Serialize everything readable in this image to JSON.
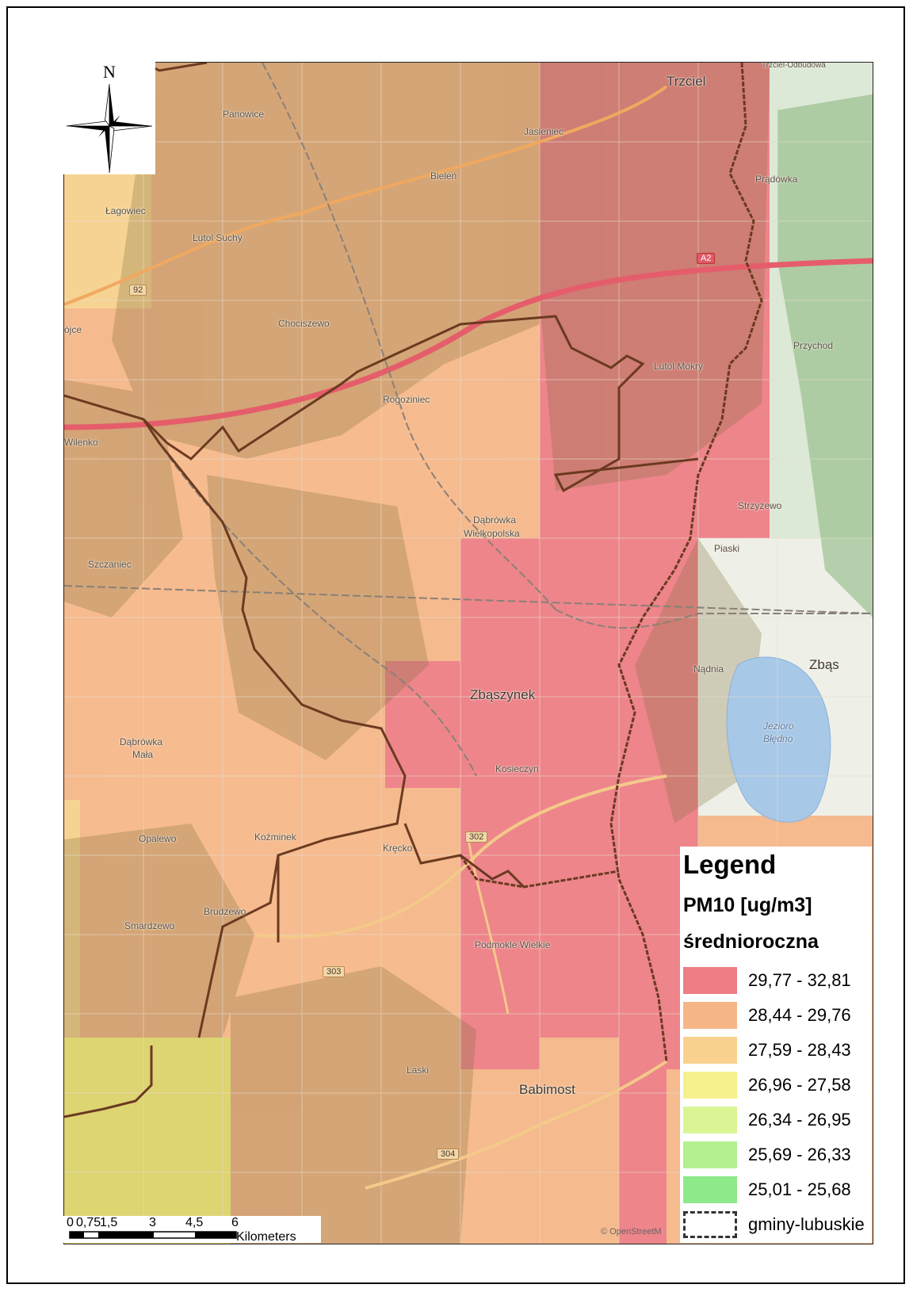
{
  "north_arrow": {
    "label": "N"
  },
  "places": [
    {
      "text": "Trzciel",
      "kind": "town"
    },
    {
      "text": "Trzciel-Odbudowa",
      "kind": "village"
    },
    {
      "text": "Panowice",
      "kind": "village"
    },
    {
      "text": "Jasieniec",
      "kind": "village"
    },
    {
      "text": "Bieleń",
      "kind": "village"
    },
    {
      "text": "Prądówka",
      "kind": "village"
    },
    {
      "text": "Łagowiec",
      "kind": "village"
    },
    {
      "text": "Lutol Suchy",
      "kind": "village"
    },
    {
      "text": "Chociszewo",
      "kind": "village"
    },
    {
      "text": "Przychod",
      "kind": "village"
    },
    {
      "text": "Lutol Mokry",
      "kind": "village"
    },
    {
      "text": "ójce",
      "kind": "village"
    },
    {
      "text": "Rogoziniec",
      "kind": "village"
    },
    {
      "text": "Wilenko",
      "kind": "village"
    },
    {
      "text": "Strzyżewo",
      "kind": "village"
    },
    {
      "text": "Dąbrówka",
      "kind": "village"
    },
    {
      "text": "Wielkopolska",
      "kind": "village"
    },
    {
      "text": "Piaski",
      "kind": "village"
    },
    {
      "text": "Szczaniec",
      "kind": "village"
    },
    {
      "text": "Nądnia",
      "kind": "village"
    },
    {
      "text": "Zbąs",
      "kind": "town"
    },
    {
      "text": "Zbąszynek",
      "kind": "town"
    },
    {
      "text": "Jezioro",
      "kind": "lake"
    },
    {
      "text": "Błędno",
      "kind": "lake"
    },
    {
      "text": "Dąbrówka",
      "kind": "village"
    },
    {
      "text": "Mała",
      "kind": "village"
    },
    {
      "text": "Kosieczyn",
      "kind": "village"
    },
    {
      "text": "Opalewo",
      "kind": "village"
    },
    {
      "text": "Koźminek",
      "kind": "village"
    },
    {
      "text": "Kręcko",
      "kind": "village"
    },
    {
      "text": "Brudzewo",
      "kind": "village"
    },
    {
      "text": "Smardzewo",
      "kind": "village"
    },
    {
      "text": "Podmokle Wielkie",
      "kind": "village"
    },
    {
      "text": "Laski",
      "kind": "village"
    },
    {
      "text": "Babimost",
      "kind": "town"
    }
  ],
  "road_shields": [
    "92",
    "A2",
    "302",
    "303",
    "304"
  ],
  "legend": {
    "title": "Legend",
    "subtitle": "PM10 [ug/m3]",
    "subtitle2": "średnioroczna",
    "items": [
      {
        "label": "29,77 - 32,81",
        "color": "#ee7d85"
      },
      {
        "label": "28,44 - 29,76",
        "color": "#f6b688"
      },
      {
        "label": "27,59 - 28,43",
        "color": "#f8d28e"
      },
      {
        "label": "26,96 - 27,58",
        "color": "#f6f18c"
      },
      {
        "label": "26,34 - 26,95",
        "color": "#d9f596"
      },
      {
        "label": "25,69 - 26,33",
        "color": "#b4f08f"
      },
      {
        "label": "25,01 - 25,68",
        "color": "#8ee98a"
      },
      {
        "label": "gminy-lubuskie",
        "color": "#ffffff",
        "symbol": "boundary"
      }
    ]
  },
  "scale": {
    "ticks": [
      "0",
      "0,75",
      "1,5",
      "3",
      "4,5",
      "6"
    ],
    "unit": "Kilometers"
  },
  "attribution": "© OpenStreetM"
}
